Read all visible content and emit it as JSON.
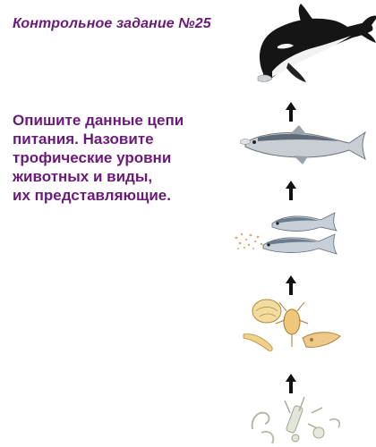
{
  "header": {
    "title": "Контрольное задание №25"
  },
  "task": {
    "lines": [
      "Опишите данные цепи",
      "питания. Назовите",
      "трофические уровни",
      "животных и виды,",
      "их представляющие."
    ]
  },
  "food_chain": {
    "direction": "bottom-to-top",
    "levels": [
      {
        "icon": "phytoplankton-icon"
      },
      {
        "icon": "zooplankton-icon"
      },
      {
        "icon": "small-fish-school-icon"
      },
      {
        "icon": "predatory-fish-icon"
      },
      {
        "icon": "orca-icon"
      }
    ],
    "arrow_icon": "arrow-up-icon"
  },
  "colors": {
    "title": "#6b1a7a",
    "text": "#6b1a7a",
    "arrow": "#111111"
  }
}
